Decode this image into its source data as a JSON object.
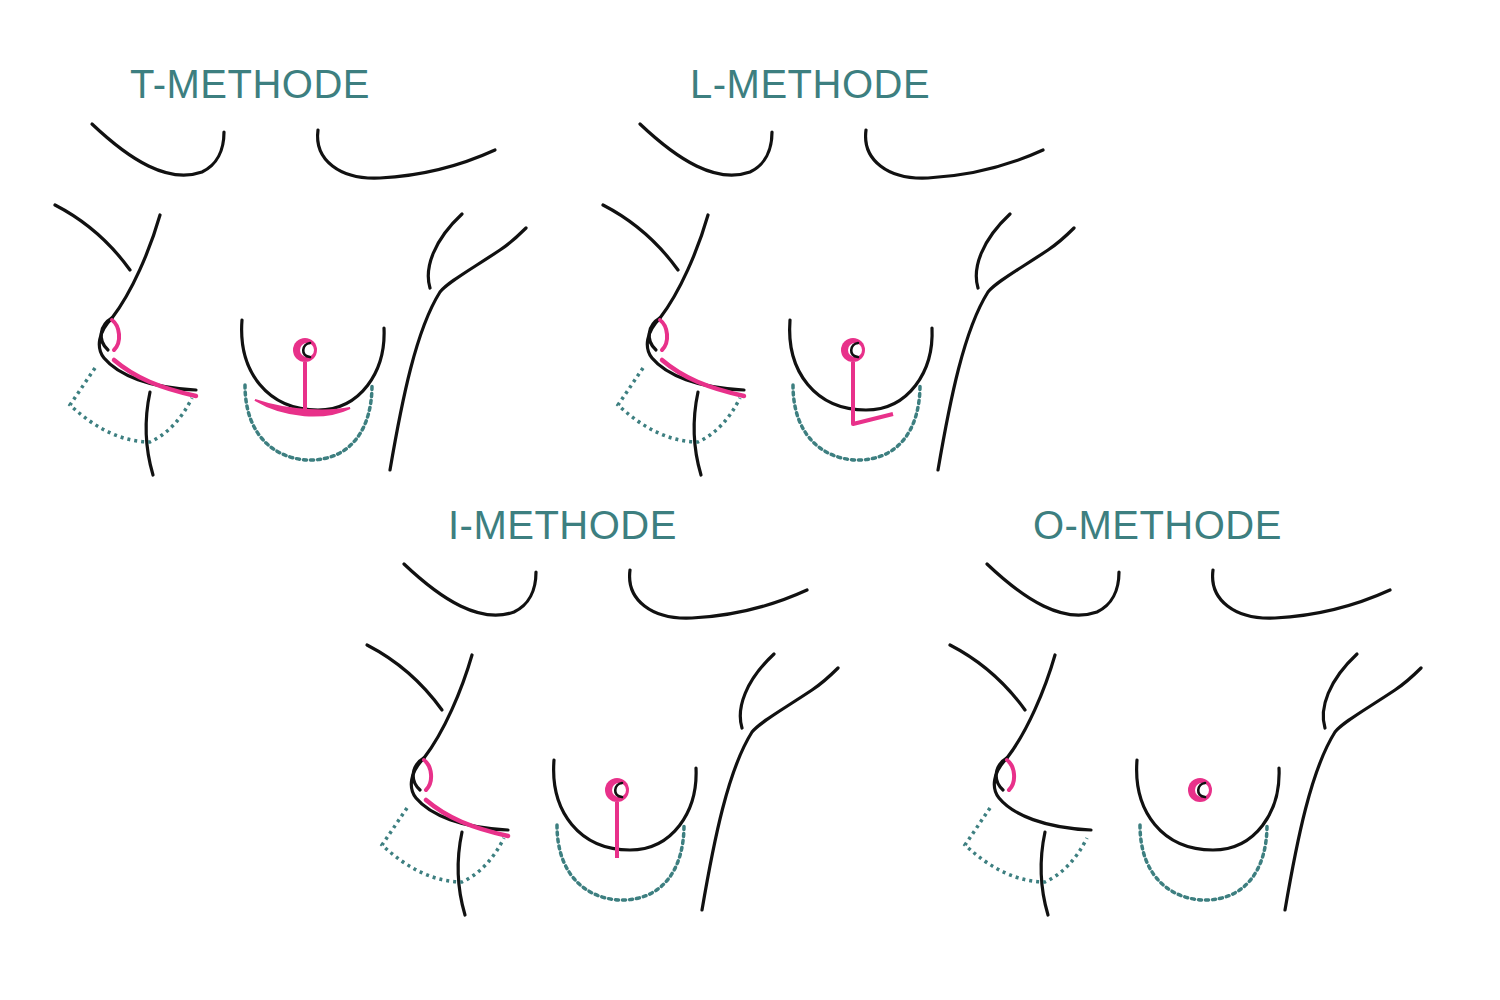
{
  "diagram": {
    "labels": [
      "T-METHODE",
      "L-METHODE",
      "I-METHODE",
      "O-METHODE"
    ]
  }
}
